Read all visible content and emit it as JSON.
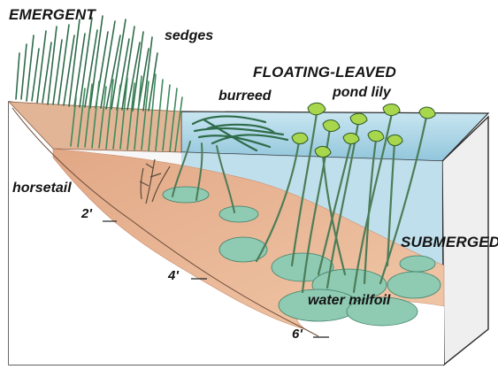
{
  "labels": {
    "emergent": "EMERGENT",
    "sedges": "sedges",
    "floating_leaved": "FLOATING-LEAVED",
    "burreed": "burreed",
    "pond_lily": "pond lily",
    "horsetail": "horsetail",
    "submerged": "SUBMERGED",
    "water_milfoil": "water milfoil"
  },
  "depths": [
    "2'",
    "4'",
    "6'"
  ],
  "colors": {
    "water": "#a9d3e4",
    "sediment": "#e8b894",
    "block_face": "#f6f6f6",
    "plant_green": "#2f7a4f",
    "milfoil": "#8ccab4",
    "lily_pad": "#a6d54d",
    "outline": "#2b2b2b"
  }
}
